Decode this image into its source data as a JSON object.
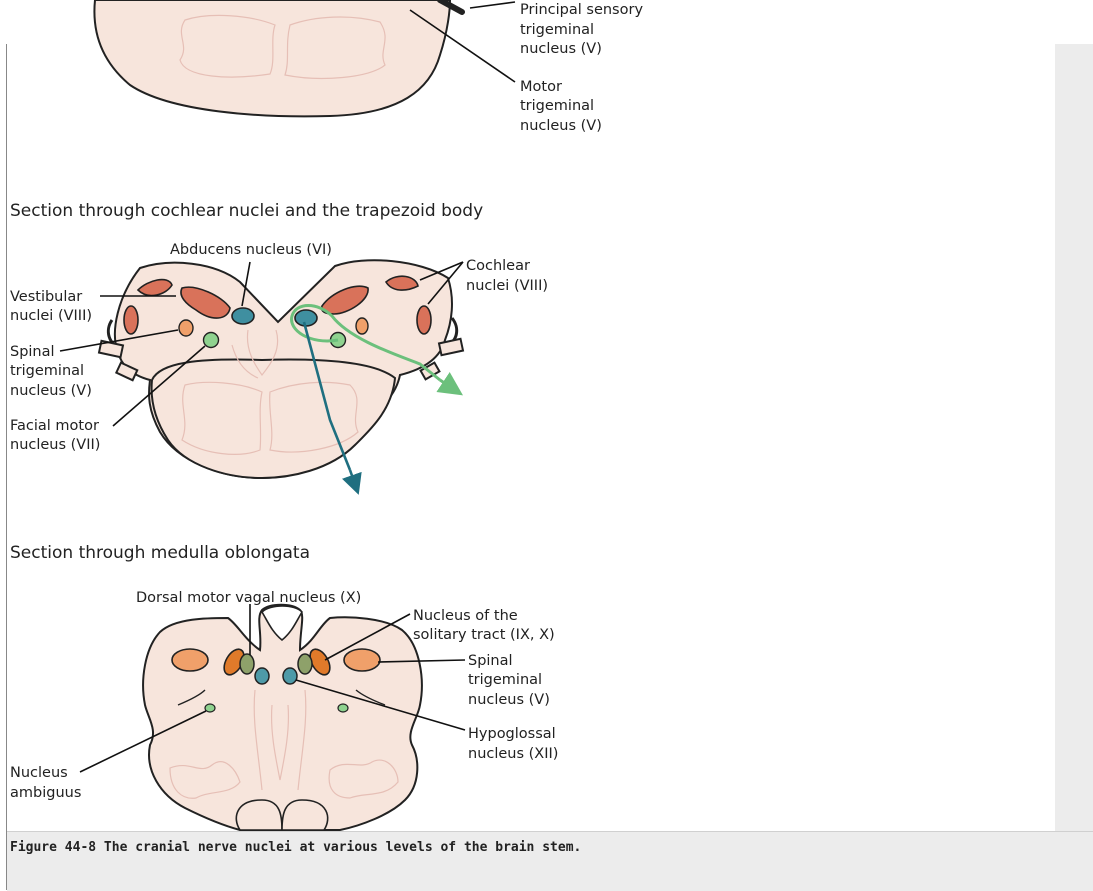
{
  "section_pons": {
    "labels": {
      "principal_sensory": [
        "Principal sensory",
        "trigeminal",
        "nucleus (V)"
      ],
      "motor_trigeminal": [
        "Motor",
        "trigeminal",
        "nucleus (V)"
      ]
    }
  },
  "section_cochlear": {
    "heading": "Section through cochlear nuclei and the trapezoid body",
    "labels": {
      "abducens": "Abducens nucleus (VI)",
      "cochlear": [
        "Cochlear",
        "nuclei (VIII)"
      ],
      "vestibular": [
        "Vestibular",
        "nuclei (VIII)"
      ],
      "spinal_trigeminal": [
        "Spinal",
        "trigeminal",
        "nucleus (V)"
      ],
      "facial_motor": [
        "Facial motor",
        "nucleus (VII)"
      ]
    }
  },
  "section_medulla": {
    "heading": "Section through medulla oblongata",
    "labels": {
      "dorsal_motor_vagal": "Dorsal motor vagal nucleus (X)",
      "solitary_tract": [
        "Nucleus of the",
        "solitary tract (IX, X)"
      ],
      "spinal_trigeminal": [
        "Spinal",
        "trigeminal",
        "nucleus (V)"
      ],
      "hypoglossal": [
        "Hypoglossal",
        "nucleus (XII)"
      ],
      "ambiguus": [
        "Nucleus",
        "ambiguus"
      ]
    }
  },
  "caption": "Figure 44-8 The cranial nerve nuclei at various levels of the brain stem.",
  "colors": {
    "tissue": "#f7e5dc",
    "vestibular_red": "#d9725a",
    "orange_nucleus": "#f0a06a",
    "abducens_teal": "#3f8fa0",
    "facial_green": "#8fd28f",
    "green_pathway": "#6cc07c",
    "teal_pathway": "#1f6f80",
    "vagal_orange": "#e07a2a",
    "solitary_olive": "#8ea16a",
    "hypoglossal_teal": "#4e9aa8"
  }
}
